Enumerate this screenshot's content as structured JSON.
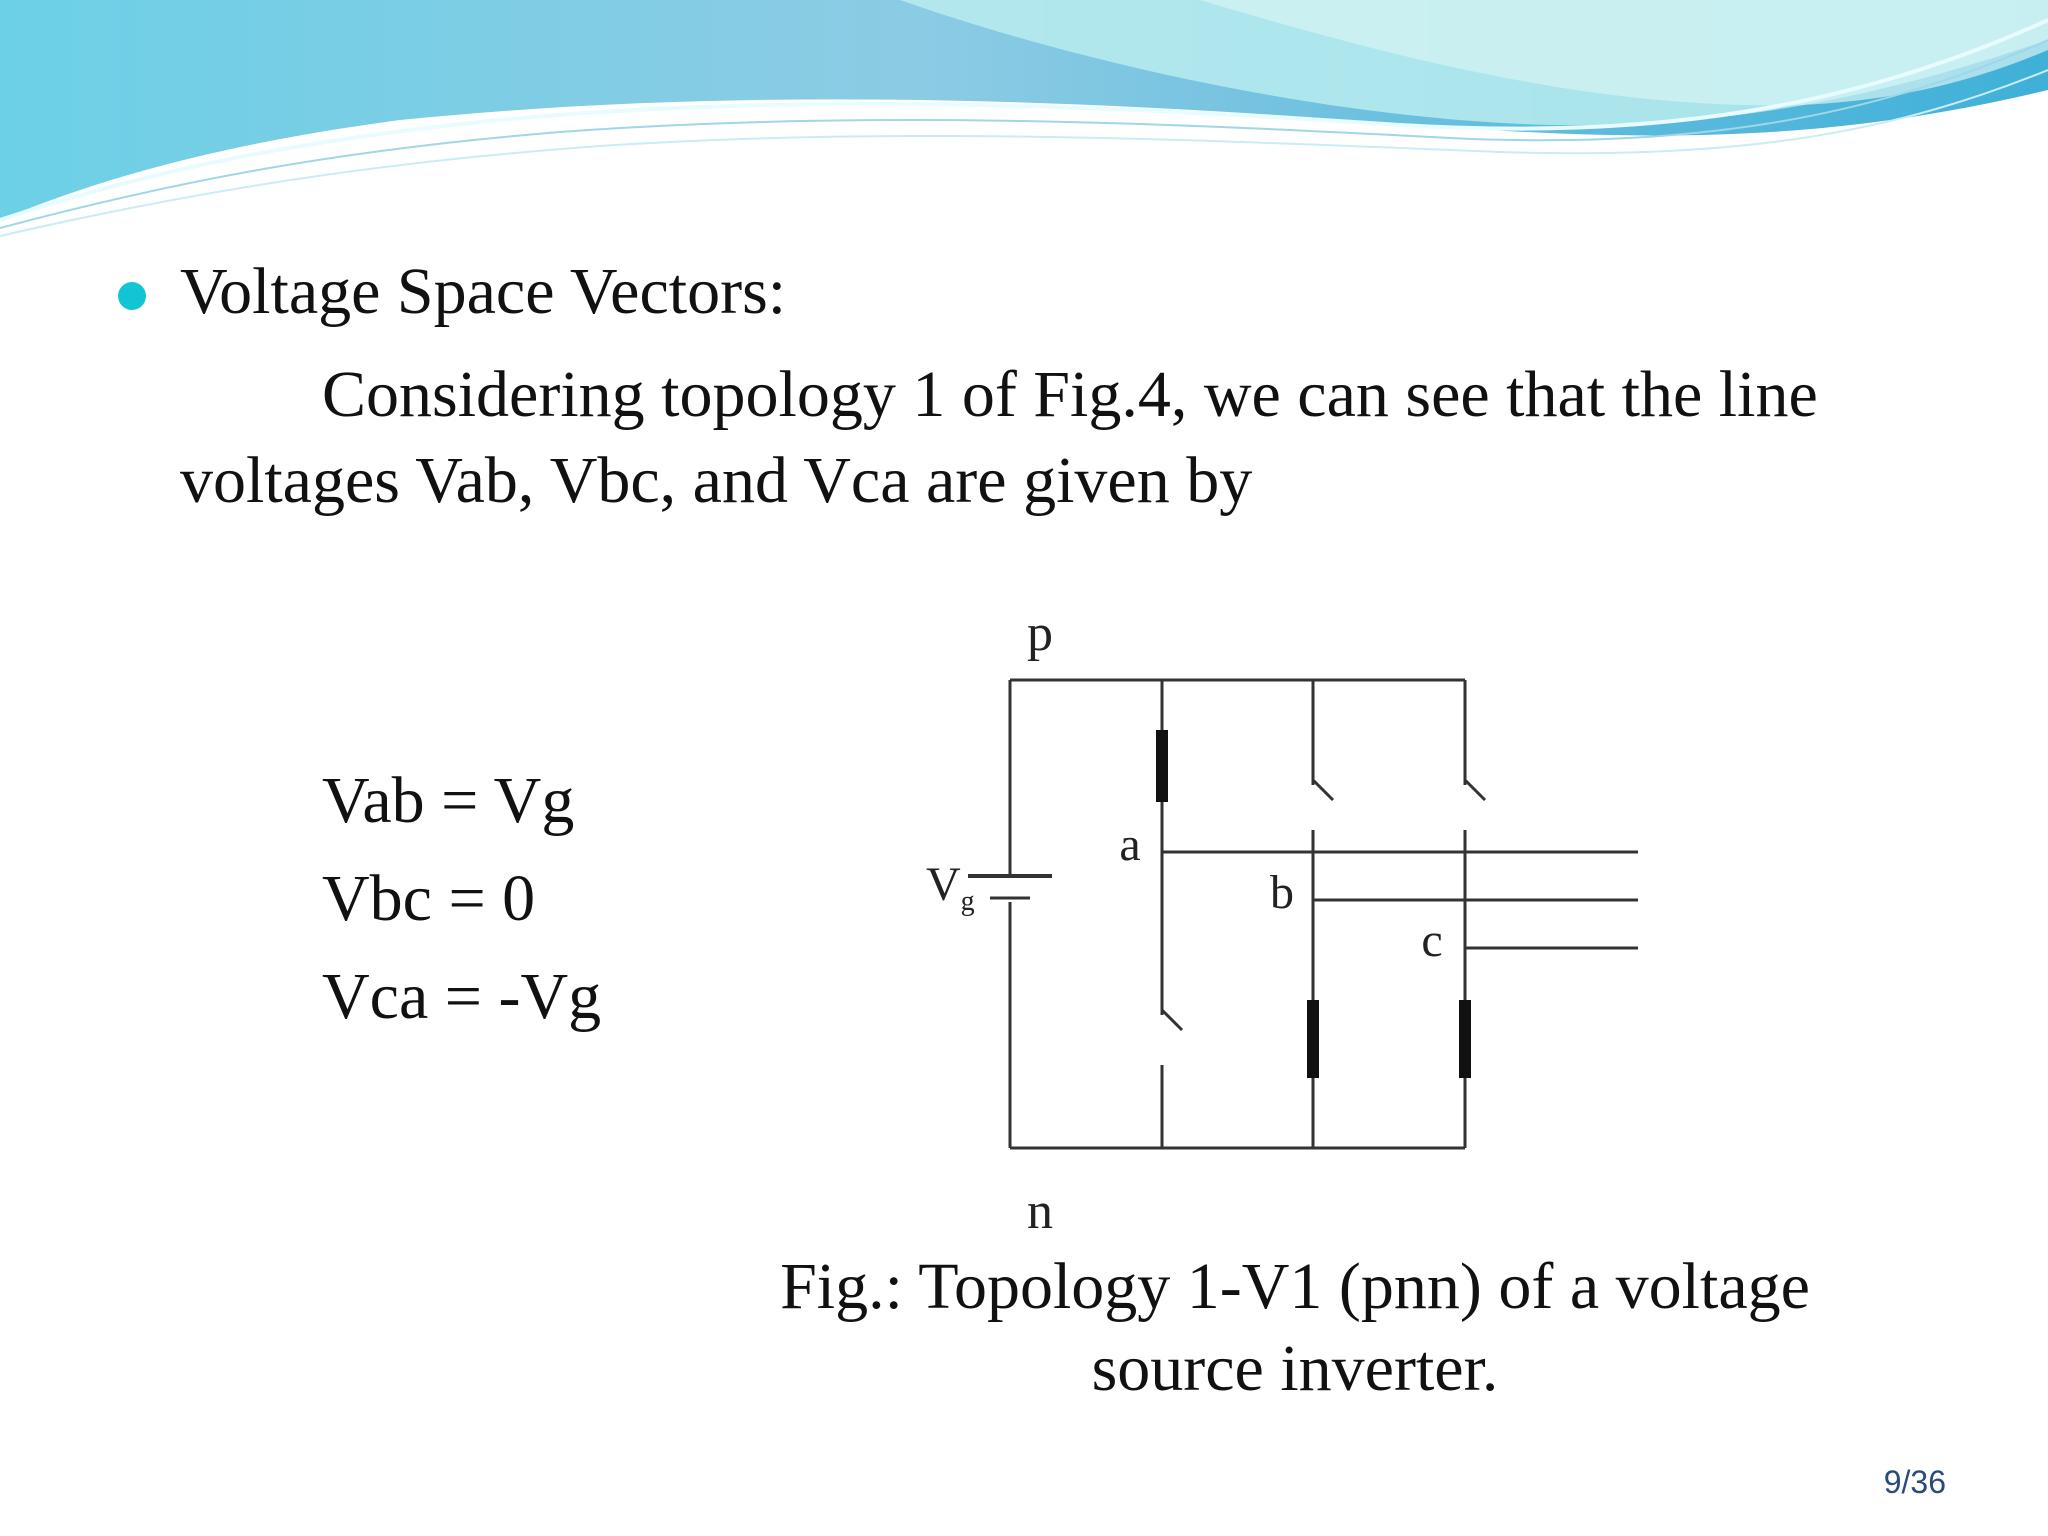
{
  "slide": {
    "bullet": {
      "icon": "bullet-dot",
      "heading": "Voltage Space Vectors:"
    },
    "paragraph": {
      "line1": "Considering topology 1 of Fig.4, we can see that the line",
      "line2": "voltages Vab, Vbc, and Vca are given by"
    },
    "equations": [
      "Vab = Vg",
      "Vbc = 0",
      "Vca = -Vg"
    ],
    "figure": {
      "labels": {
        "p": "p",
        "n": "n",
        "a": "a",
        "b": "b",
        "c": "c",
        "vg_main": "V",
        "vg_sub": "g"
      },
      "caption_line1": "Fig.: Topology 1-V1 (pnn) of a voltage",
      "caption_line2": "source inverter."
    },
    "page_number": "9/36"
  },
  "colors": {
    "accent": "#12c4d4",
    "banner_light": "#a8e6f0",
    "banner_dark": "#3fb0d8",
    "text": "#111111"
  }
}
